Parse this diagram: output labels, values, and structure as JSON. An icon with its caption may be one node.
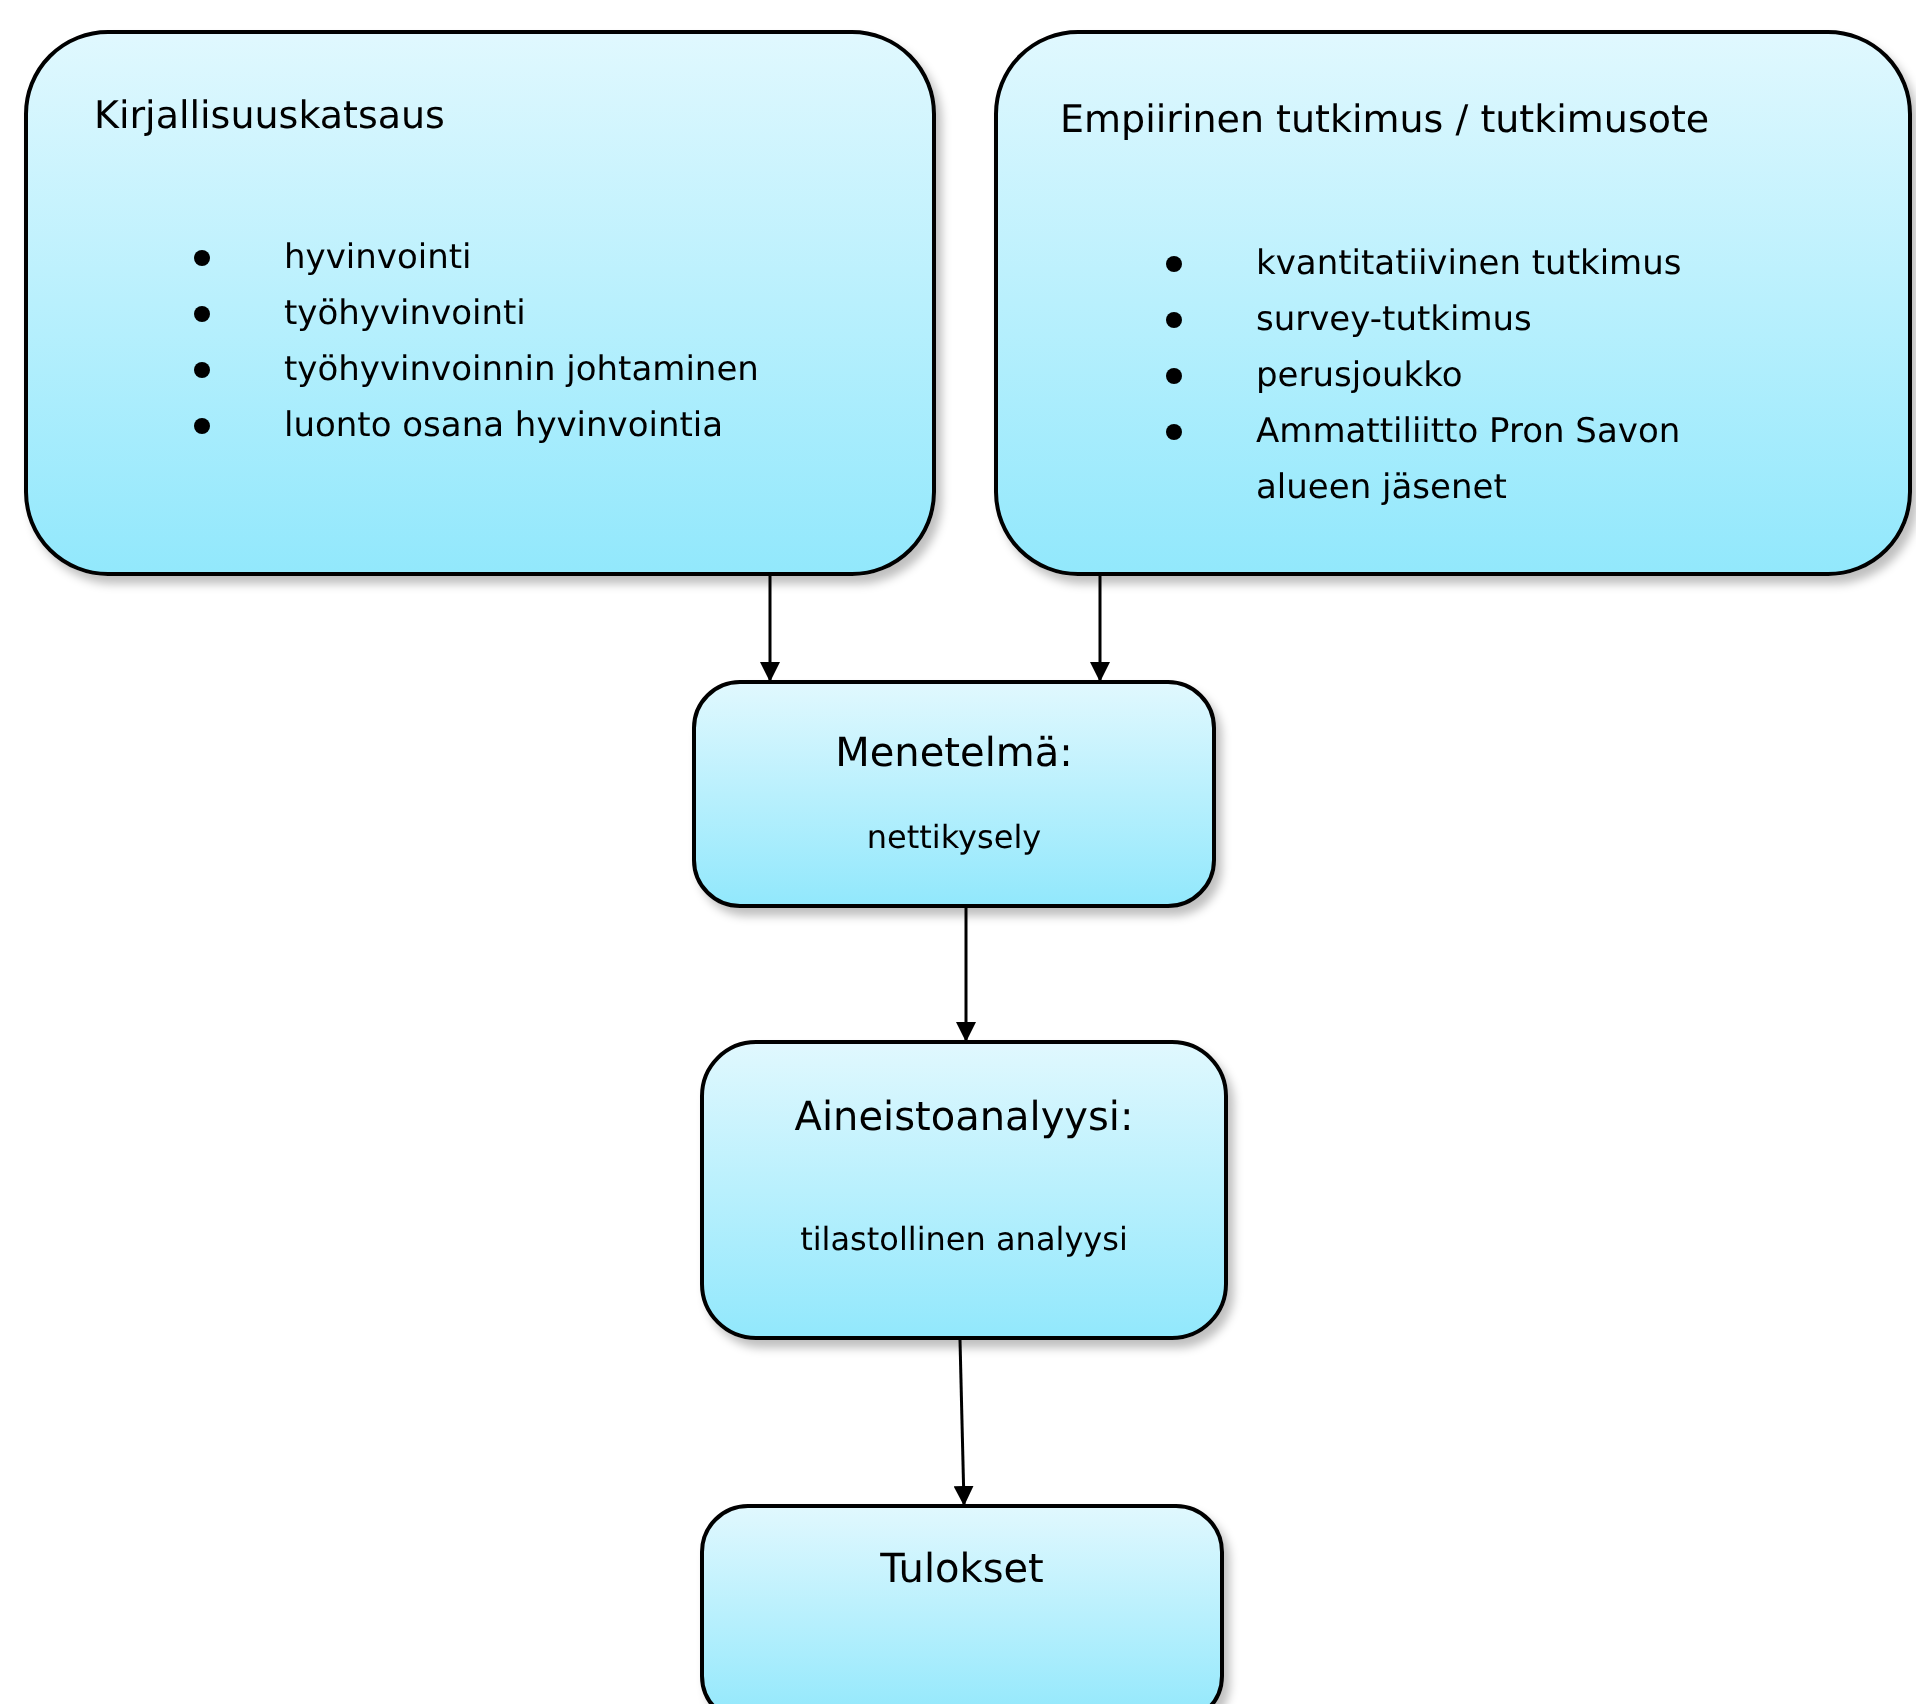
{
  "diagram": {
    "nodes": [
      {
        "text": [
          "Kirjallisuuskatsaus",
          "hyvinvointi",
          "työhyvinvointi",
          "työhyvinvoinnin johtaminen",
          "luonto osana hyvinvointia"
        ]
      },
      {
        "text": [
          "Empiirinen tutkimus / tutkimusote",
          "kvantitatiivinen tutkimus",
          "survey-tutkimus",
          "perusjoukko",
          "Ammattiliitto Pron Savon alueen jäsenet"
        ]
      },
      {
        "text": [
          "Menetelmä:",
          "nettikysely"
        ]
      },
      {
        "text": [
          "Aineistoanalyysi:",
          "tilastollinen analyysi"
        ]
      },
      {
        "text": [
          "Tulokset"
        ]
      }
    ],
    "edges": [
      {
        "from": 0,
        "to": 2,
        "arrow": "to"
      },
      {
        "from": 1,
        "to": 2,
        "arrow": "to"
      },
      {
        "from": 2,
        "to": 3,
        "arrow": "to"
      },
      {
        "from": 3,
        "to": 4,
        "arrow": "to"
      }
    ]
  }
}
